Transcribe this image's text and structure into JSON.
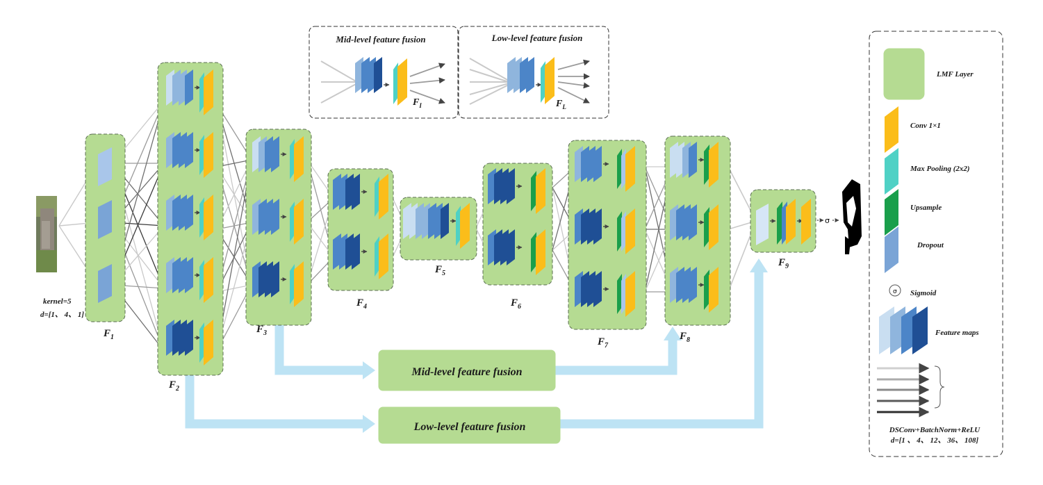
{
  "colors": {
    "layer_bg": "#b5db92",
    "layer_border": "#5a6e52",
    "conv": "#fbbd1a",
    "maxpool": "#4fd1c5",
    "upsample": "#1a9f4b",
    "dropout": "#7aa4d6",
    "fmap": [
      "#c9def1",
      "#8fb5dd",
      "#4c85c8",
      "#1f4f95"
    ],
    "skip_arrow": "#bde3f4",
    "fusion_box": "#b5db92"
  },
  "stages": {
    "f1": {
      "main": "F",
      "sub": "1"
    },
    "f2": {
      "main": "F",
      "sub": "2"
    },
    "f3": {
      "main": "F",
      "sub": "3"
    },
    "f4": {
      "main": "F",
      "sub": "4"
    },
    "f5": {
      "main": "F",
      "sub": "5"
    },
    "f6": {
      "main": "F",
      "sub": "6"
    },
    "f7": {
      "main": "F",
      "sub": "7"
    },
    "f8": {
      "main": "F",
      "sub": "8"
    },
    "f9": {
      "main": "F",
      "sub": "9"
    }
  },
  "input_params": {
    "kernel": "kernel=5",
    "dilation": "d=[1、 4、 1]"
  },
  "inset": {
    "mid_title": "Mid-level feature fusion",
    "low_title": "Low-level feature fusion",
    "mid_label": {
      "main": "F",
      "sub": "I"
    },
    "low_label": {
      "main": "F",
      "sub": "L"
    }
  },
  "fusion": {
    "mid": "Mid-level feature fusion",
    "low": "Low-level feature fusion"
  },
  "output_sigma": "σ",
  "legend": {
    "lmf_layer": "LMF Layer",
    "conv": "Conv 1×1",
    "maxpool": "Max Pooling (2x2)",
    "upsample": "Upsample",
    "dropout": "Dropout",
    "sigmoid_symbol": "σ",
    "sigmoid": "Sigmoid",
    "feature_maps": "Feature maps",
    "dsconv": "DSConv+BatchNorm+ReLU",
    "dsconv_dilation": "d=[1 、 4、 12、 36、 108]"
  }
}
